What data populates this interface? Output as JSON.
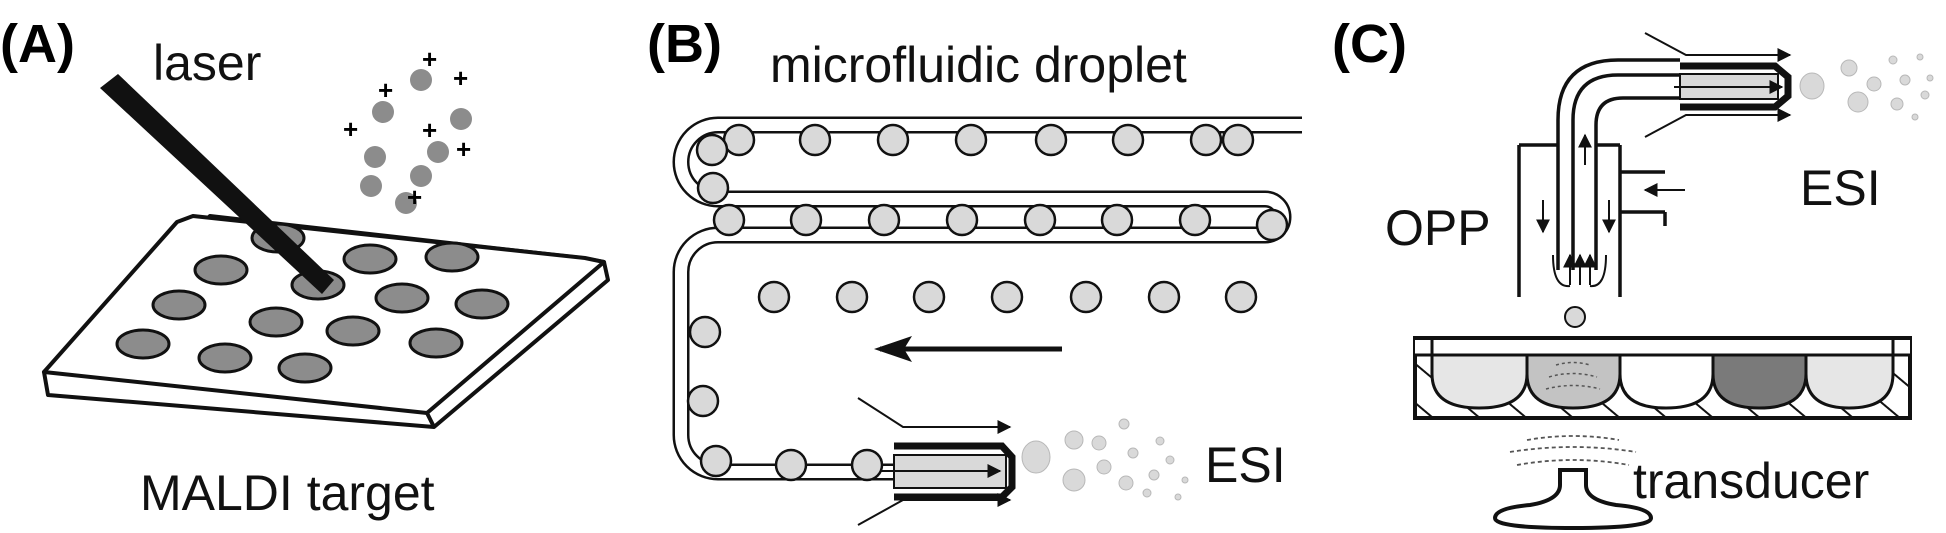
{
  "panels": {
    "a": {
      "letter": "(A)",
      "laser_label": "laser",
      "target_label": "MALDI target",
      "ion_charge": "+"
    },
    "b": {
      "letter": "(B)",
      "title": "microfluidic droplet",
      "esi_label": "ESI"
    },
    "c": {
      "letter": "(C)",
      "opp_label": "OPP",
      "esi_label": "ESI",
      "transducer_label": "transducer"
    }
  },
  "colors": {
    "ink": "#111111",
    "spot": "#8c8c8c",
    "droplet": "#d9d9d9",
    "spray": "#cfcfcf",
    "well_light": "#e6e6e6",
    "well_mid": "#c3c3c3",
    "well_dark": "#7a7a7a"
  }
}
